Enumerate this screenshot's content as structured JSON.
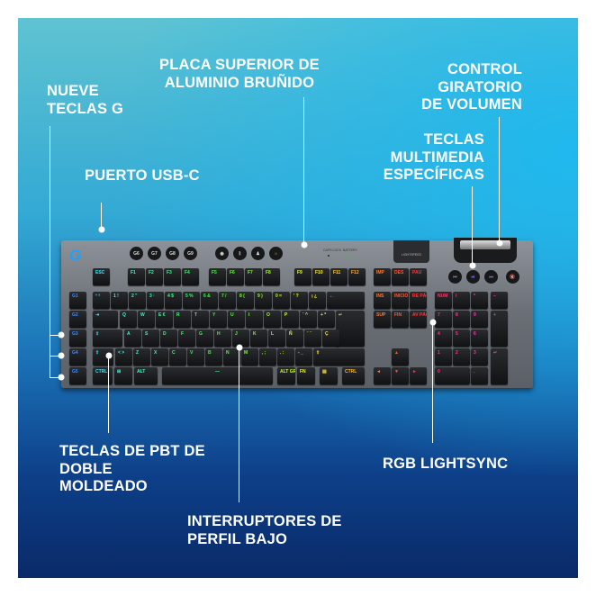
{
  "callouts": {
    "g_keys": "NUEVE\nTECLAS G",
    "usb": "PUERTO USB-C",
    "plate": "PLACA SUPERIOR DE\nALUMINIO BRUÑIDO",
    "volume": "CONTROL\nGIRATORIO\nDE VOLUMEN",
    "media": "TECLAS\nMULTIMEDIA\nESPECÍFICAS",
    "pbt": "TECLAS DE PBT DE\nDOBLE\nMOLDEADO",
    "switches": "INTERRUPTORES DE\nPERFIL BAJO",
    "rgb": "RGB LIGHTSYNC"
  },
  "keyboard": {
    "logo": "G",
    "top_g_keys": [
      "G6",
      "G7",
      "G8",
      "G9"
    ],
    "top_buttons": [
      "lightsync-icon",
      "bluetooth-icon",
      "game-mode-icon",
      "brightness-icon"
    ],
    "indicators": [
      "CAPS LOCK",
      "BATTERY"
    ],
    "lightspeed": "LIGHTSPEED",
    "media_keys": [
      "⏮",
      "⏯",
      "⏭",
      "🔇"
    ],
    "rows": [
      [
        "ESC",
        "F1",
        "F2",
        "F3",
        "F4",
        "F5",
        "F6",
        "F7",
        "F8",
        "F9",
        "F10",
        "F11",
        "F12",
        "IMP",
        "DES",
        "PAU"
      ],
      [
        "G1",
        "º ª",
        "1 !",
        "2 \"",
        "3 ·",
        "4 $",
        "5 %",
        "6 &",
        "7 /",
        "8 (",
        "9 )",
        "0 =",
        "' ?",
        "¡ ¿",
        "←",
        "INS",
        "INICIO",
        "RE PÁG",
        "NUM",
        "/",
        "*",
        "−"
      ],
      [
        "G2",
        "⇥",
        "Q",
        "W",
        "E €",
        "R",
        "T",
        "Y",
        "U",
        "I",
        "O",
        "P",
        "` ^",
        "+ *",
        "↵",
        "SUP",
        "FIN",
        "AV PÁG",
        "7",
        "8",
        "9",
        "+"
      ],
      [
        "G3",
        "⇪",
        "A",
        "S",
        "D",
        "F",
        "G",
        "H",
        "J",
        "K",
        "L",
        "Ñ",
        "´ ¨",
        "Ç",
        "4",
        "5",
        "6"
      ],
      [
        "G4",
        "⇧",
        "< >",
        "Z",
        "X",
        "C",
        "V",
        "B",
        "N",
        "M",
        ", ;",
        ". :",
        "- _",
        "⇧",
        "▲",
        "1",
        "2",
        "3",
        "↵"
      ],
      [
        "G5",
        "CTRL",
        "⊞",
        "ALT",
        "—",
        "ALT GR",
        "FN",
        "▤",
        "CTRL",
        "◄",
        "▼",
        "►",
        "0",
        "."
      ]
    ]
  },
  "colors": {
    "key_text_hue_start": 200,
    "key_text_hue_end": -60,
    "background_top": "#5fc3d2",
    "background_bottom": "#0a2a68"
  }
}
